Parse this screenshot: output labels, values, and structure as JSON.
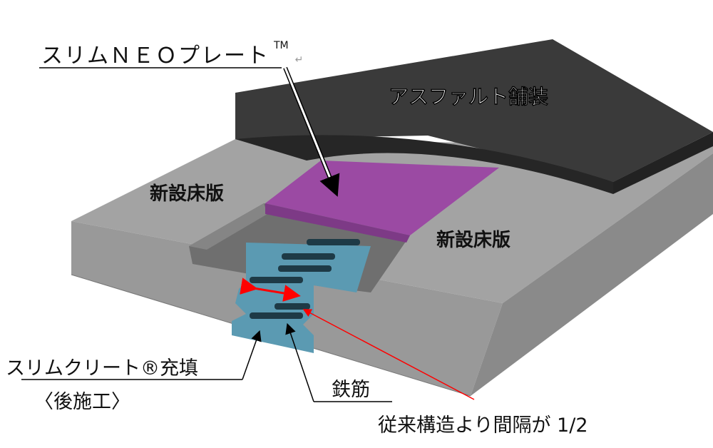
{
  "labels": {
    "plate": "スリムＮＥＯプレート",
    "plate_tm": "TM",
    "asphalt": "アスファルト舗装",
    "slab_left": "新設床版",
    "slab_right": "新設床版",
    "fill_line1": "スリムクリート®充填",
    "fill_line2": "〈後施工〉",
    "rebar": "鉄筋",
    "spacing": "従来構造より間隔が 1/2"
  },
  "return_mark": "↵",
  "colors": {
    "asphalt": "#333333",
    "slab": "#9c9c9c",
    "plate": "#9b4aa3",
    "filler": "#5b9ab2",
    "rebar": "#1e3a46",
    "arrow_red": "#ff0000"
  }
}
